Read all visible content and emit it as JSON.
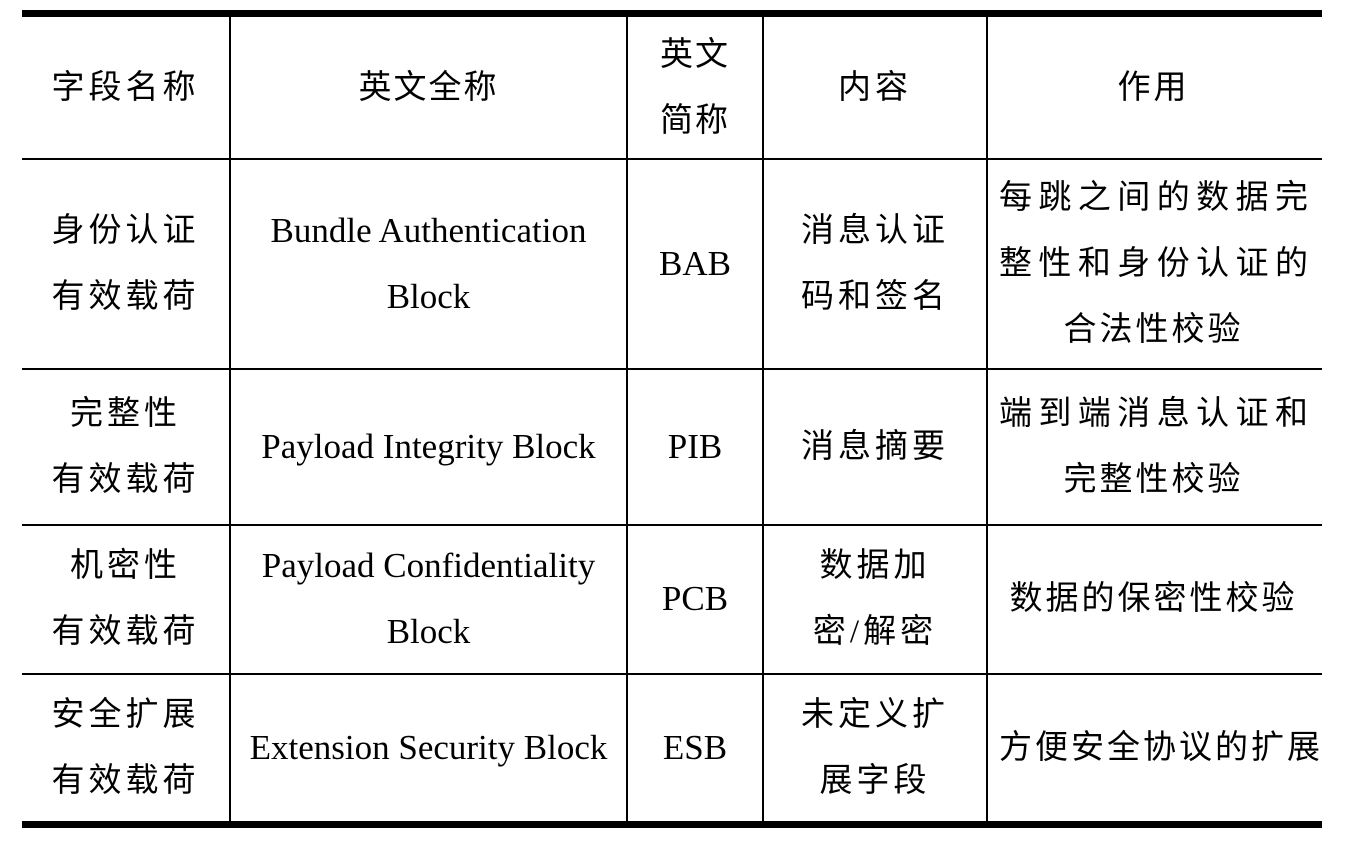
{
  "meta": {
    "description": "Bundle protocol security blocks table",
    "background_color": "#ffffff",
    "text_color": "#000000",
    "border_color": "#000000"
  },
  "chart_data": {
    "type": "table",
    "columns": [
      "字段名称",
      "英文全称",
      "英文简称",
      "内容",
      "作用"
    ],
    "rows": [
      [
        "身份认证有效载荷",
        "Bundle Authentication Block",
        "BAB",
        "消息认证码和签名",
        "每跳之间的数据完整性和身份认证的合法性校验"
      ],
      [
        "完整性有效载荷",
        "Payload Integrity Block",
        "PIB",
        "消息摘要",
        "端到端消息认证和完整性校验"
      ],
      [
        "机密性有效载荷",
        "Payload Confidentiality Block",
        "PCB",
        "数据加密/解密",
        "数据的保密性校验"
      ],
      [
        "安全扩展有效载荷",
        "Extension Security Block",
        "ESB",
        "未定义扩展字段",
        "方便安全协议的扩展"
      ]
    ]
  },
  "header": {
    "col1": "字段名称",
    "col2": "英文全称",
    "col3": [
      "英文",
      "简称"
    ],
    "col4": "内容",
    "col5": "作用"
  },
  "rows": [
    {
      "name": [
        "身份认证",
        "有效载荷"
      ],
      "en": [
        "Bundle Authentication",
        "Block"
      ],
      "abbr": "BAB",
      "content": [
        "消息认证",
        "码和签名"
      ],
      "role": [
        "每跳之间的数据完",
        "整性和身份认证的",
        "合法性校验"
      ]
    },
    {
      "name": [
        "完整性",
        "有效载荷"
      ],
      "en": [
        "Payload Integrity Block"
      ],
      "abbr": "PIB",
      "content": [
        "消息摘要"
      ],
      "role": [
        "端到端消息认证和",
        "完整性校验"
      ]
    },
    {
      "name": [
        "机密性",
        "有效载荷"
      ],
      "en": [
        "Payload Confidentiality",
        "Block"
      ],
      "abbr": "PCB",
      "content": [
        "数据加",
        "密/解密"
      ],
      "role": [
        "数据的保密性校验"
      ]
    },
    {
      "name": [
        "安全扩展",
        "有效载荷"
      ],
      "en": [
        "Extension Security Block"
      ],
      "abbr": "ESB",
      "content": [
        "未定义扩",
        "展字段"
      ],
      "role": [
        "方便安全协议的扩展"
      ]
    }
  ]
}
